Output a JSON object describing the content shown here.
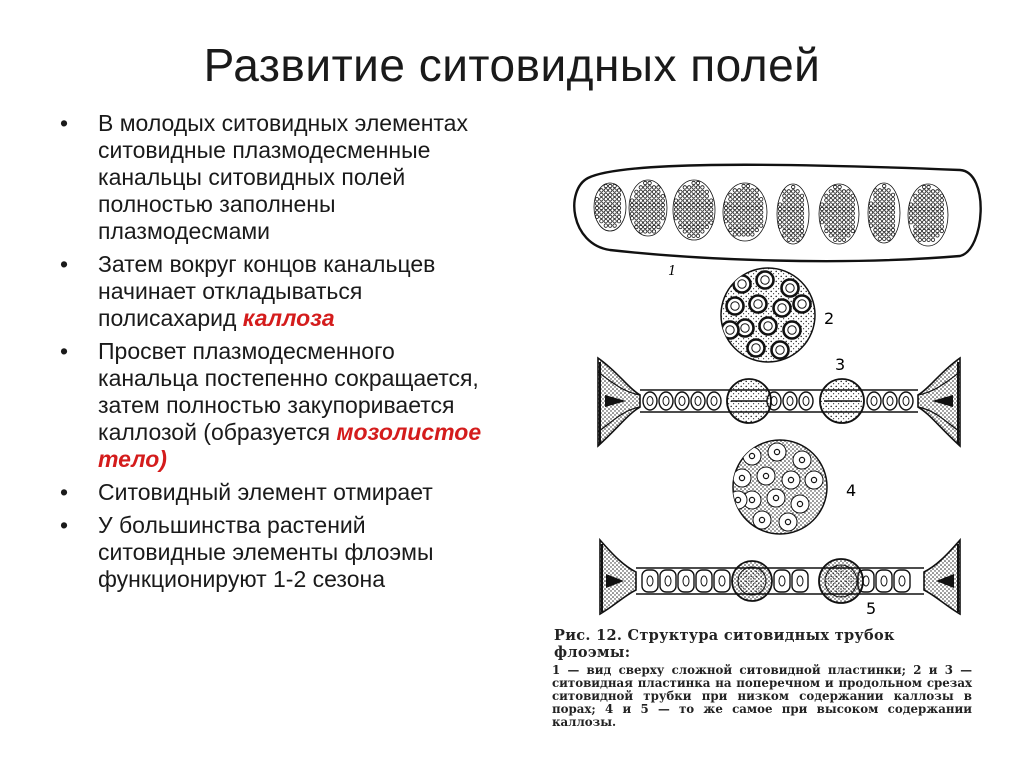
{
  "title": "Развитие ситовидных полей",
  "bullets": [
    {
      "text": "В молодых ситовидных элементах ситовидные плазмодесменные канальцы ситовидных полей полностью заполнены плазмодесмами"
    },
    {
      "text": "Затем вокруг концов канальцев начинает откладываться полисахарид",
      "emphasis": "каллоза"
    },
    {
      "text": "Просвет плазмодесменного канальца постепенно сокращается, затем полностью закупоривается каллозой (образуется",
      "emphasis": "мозолистое тело)"
    },
    {
      "text": "Ситовидный элемент отмирает"
    },
    {
      "text": "У большинства растений ситовидные элементы флоэмы функционируют 1-2 сезона"
    }
  ],
  "figure": {
    "labels": [
      "1",
      "2",
      "3",
      "4",
      "5"
    ],
    "caption_title": "Рис. 12. Структура ситовидных трубок флоэмы:",
    "caption_body": "1 — вид сверху сложной ситовидной пластинки; 2 и 3 — ситовидная пластинка на поперечном и продольном срезах ситовидной трубки при низком содержании каллозы в порах; 4 и 5 — то же самое при высоком содержании каллозы."
  },
  "colors": {
    "text": "#1a1a1a",
    "emphasis": "#d41c1c",
    "drawing": "#111111"
  }
}
